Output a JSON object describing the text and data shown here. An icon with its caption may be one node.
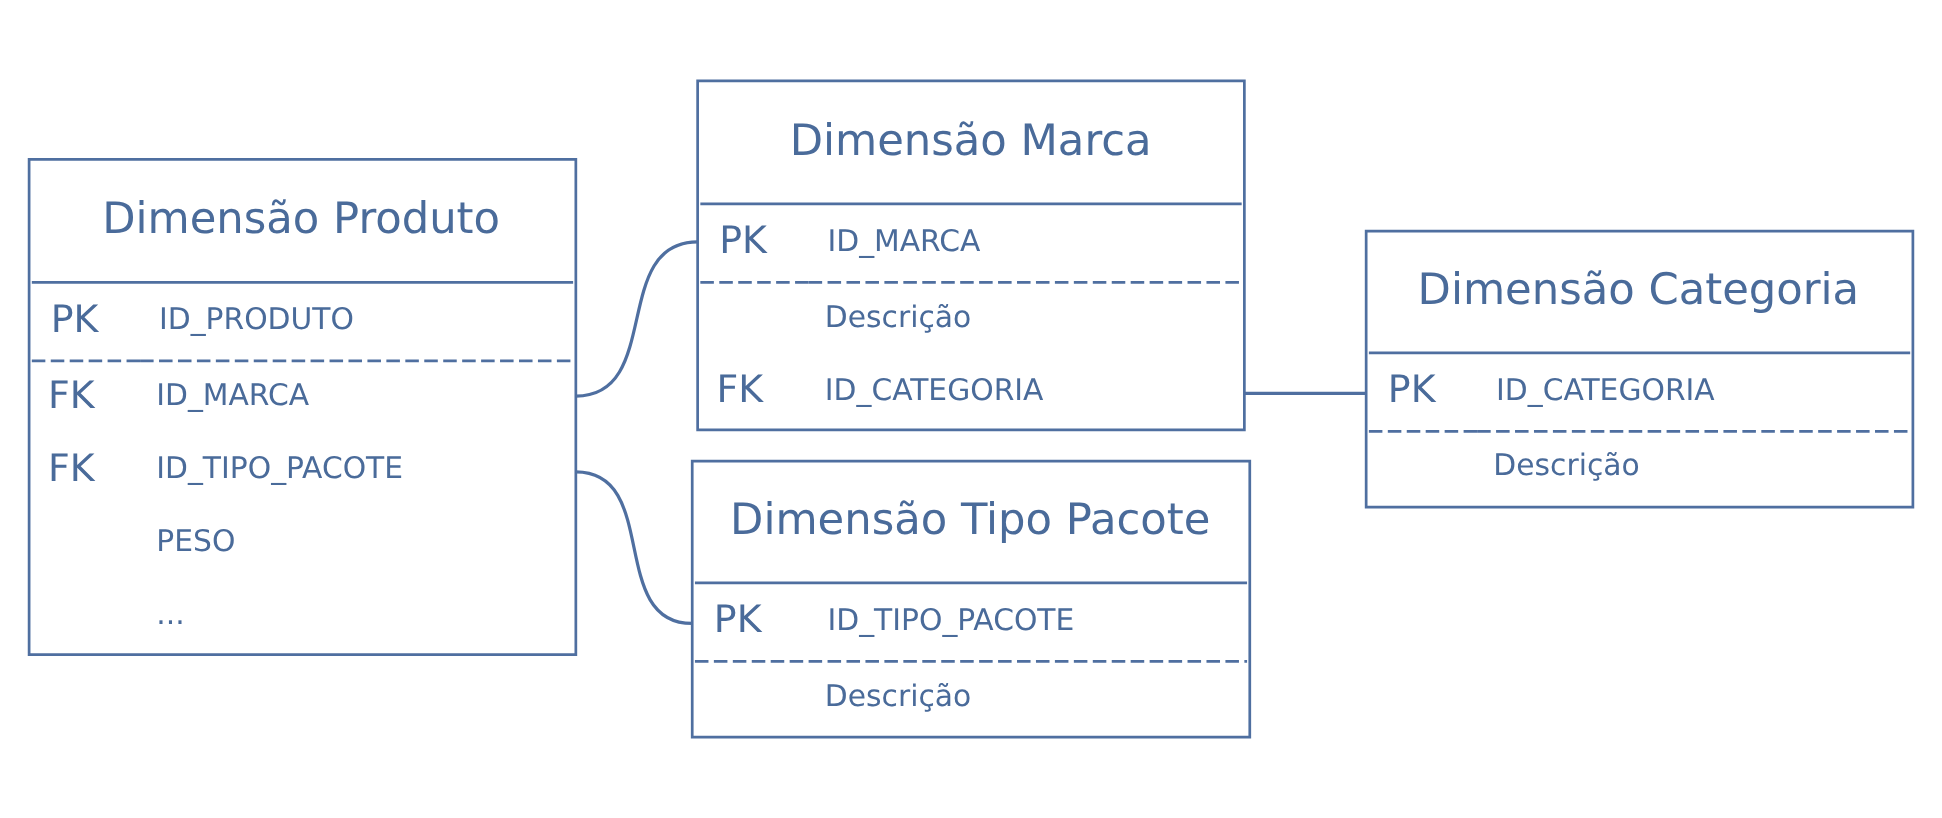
{
  "diagram": {
    "nodes": [
      {
        "text": [
          "Dimensão Produto",
          "PK",
          "ID_PRODUTO",
          "FK",
          "ID_MARCA",
          "FK",
          "ID_TIPO_PACOTE",
          "PESO",
          "..."
        ]
      },
      {
        "text": [
          "Dimensão Marca",
          "PK",
          "ID_MARCA",
          "Descrição",
          "FK",
          "ID_CATEGORIA"
        ]
      },
      {
        "text": [
          "Dimensão Categoria",
          "PK",
          "ID_CATEGORIA",
          "Descrição"
        ]
      },
      {
        "text": [
          "Dimensão Tipo Pacote",
          "PK",
          "ID_TIPO_PACOTE",
          "Descrição"
        ]
      }
    ],
    "edges": [
      {
        "from": 0,
        "to": 1,
        "arrow": "none"
      },
      {
        "from": 1,
        "to": 2,
        "arrow": "none"
      },
      {
        "from": 0,
        "to": 3,
        "arrow": "none"
      }
    ]
  }
}
